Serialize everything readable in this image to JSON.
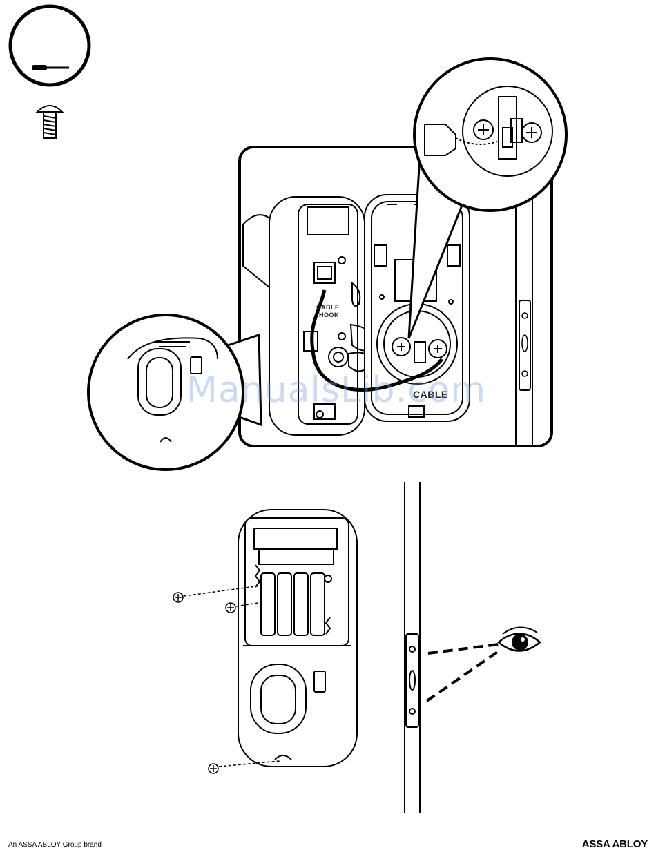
{
  "labels": {
    "cable_upper": "CABLE",
    "cable_lower": "HOOK",
    "cable_right": "CABLE"
  },
  "watermark": "ManualsLib.com",
  "footer": {
    "brand_note": "An ASSA ABLOY Group brand",
    "brand_logo": "ASSA ABLOY"
  },
  "icons": {
    "tool": "screwdriver-icon",
    "part": "screw-icon",
    "inspect": "eye-icon"
  },
  "colors": {
    "line": "#000000",
    "fill": "#ffffff",
    "watermark": "#78a0d7"
  }
}
